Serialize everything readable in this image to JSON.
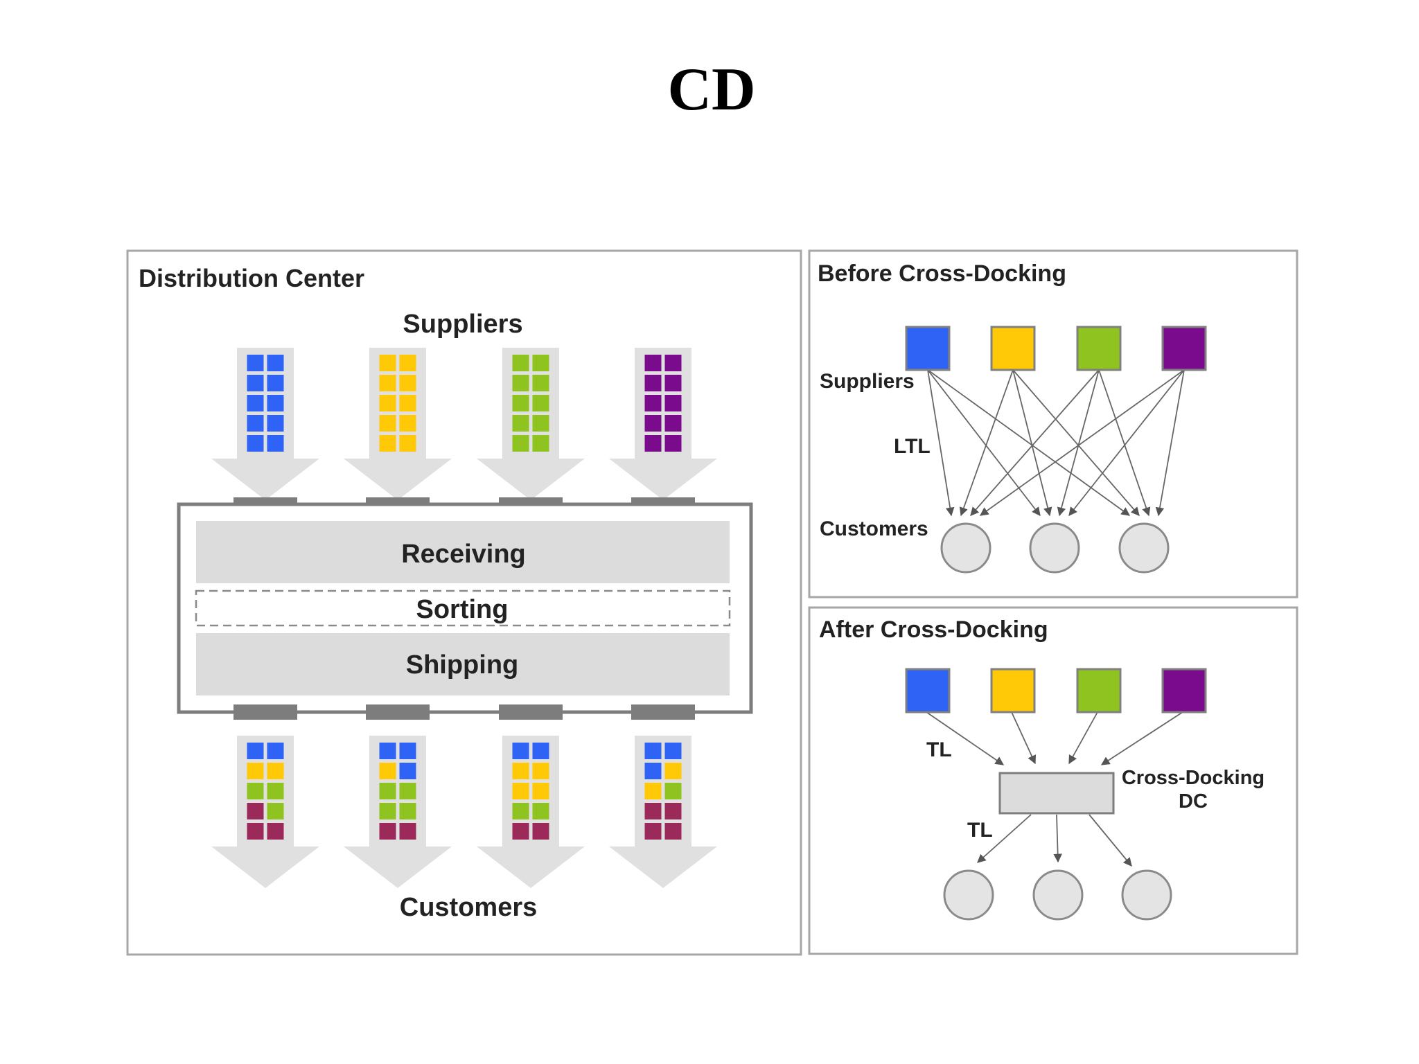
{
  "page_title": "CD",
  "colors": {
    "blue": "#2f63f5",
    "yellow": "#ffc907",
    "green": "#8fc31f",
    "purple": "#7a0b8c",
    "maroon": "#9b2a5a",
    "panel_gray": "#dcdcdc",
    "arrow_gray": "#e0e0e0",
    "dock_gray": "#7d7d7d",
    "border_gray": "#a6a6a6",
    "circle_fill": "#e4e4e4"
  },
  "distribution_center": {
    "title": "Distribution Center",
    "top_label": "Suppliers",
    "bottom_label": "Customers",
    "stages": {
      "receiving": "Receiving",
      "sorting": "Sorting",
      "shipping": "Shipping"
    },
    "inbound_columns": [
      [
        "blue",
        "blue",
        "blue",
        "blue",
        "blue",
        "blue",
        "blue",
        "blue",
        "blue",
        "blue"
      ],
      [
        "yellow",
        "yellow",
        "yellow",
        "yellow",
        "yellow",
        "yellow",
        "yellow",
        "yellow",
        "yellow",
        "yellow"
      ],
      [
        "green",
        "green",
        "green",
        "green",
        "green",
        "green",
        "green",
        "green",
        "green",
        "green"
      ],
      [
        "purple",
        "purple",
        "purple",
        "purple",
        "purple",
        "purple",
        "purple",
        "purple",
        "purple",
        "purple"
      ]
    ],
    "outbound_columns": [
      [
        "blue",
        "blue",
        "yellow",
        "yellow",
        "green",
        "green",
        "maroon",
        "green",
        "maroon",
        "maroon"
      ],
      [
        "blue",
        "blue",
        "yellow",
        "blue",
        "green",
        "green",
        "green",
        "green",
        "maroon",
        "maroon"
      ],
      [
        "blue",
        "blue",
        "yellow",
        "yellow",
        "yellow",
        "yellow",
        "green",
        "green",
        "maroon",
        "maroon"
      ],
      [
        "blue",
        "blue",
        "blue",
        "yellow",
        "yellow",
        "green",
        "maroon",
        "maroon",
        "maroon",
        "maroon"
      ]
    ]
  },
  "before": {
    "title": "Before Cross-Docking",
    "suppliers_label": "Suppliers",
    "ltl_label": "LTL",
    "customers_label": "Customers",
    "suppliers": [
      "blue",
      "yellow",
      "green",
      "purple"
    ],
    "customer_count": 3
  },
  "after": {
    "title": "After Cross-Docking",
    "tl_in_label": "TL",
    "tl_out_label": "TL",
    "dc_label_line1": "Cross-Docking",
    "dc_label_line2": "DC",
    "suppliers": [
      "blue",
      "yellow",
      "green",
      "purple"
    ],
    "customer_count": 3
  }
}
